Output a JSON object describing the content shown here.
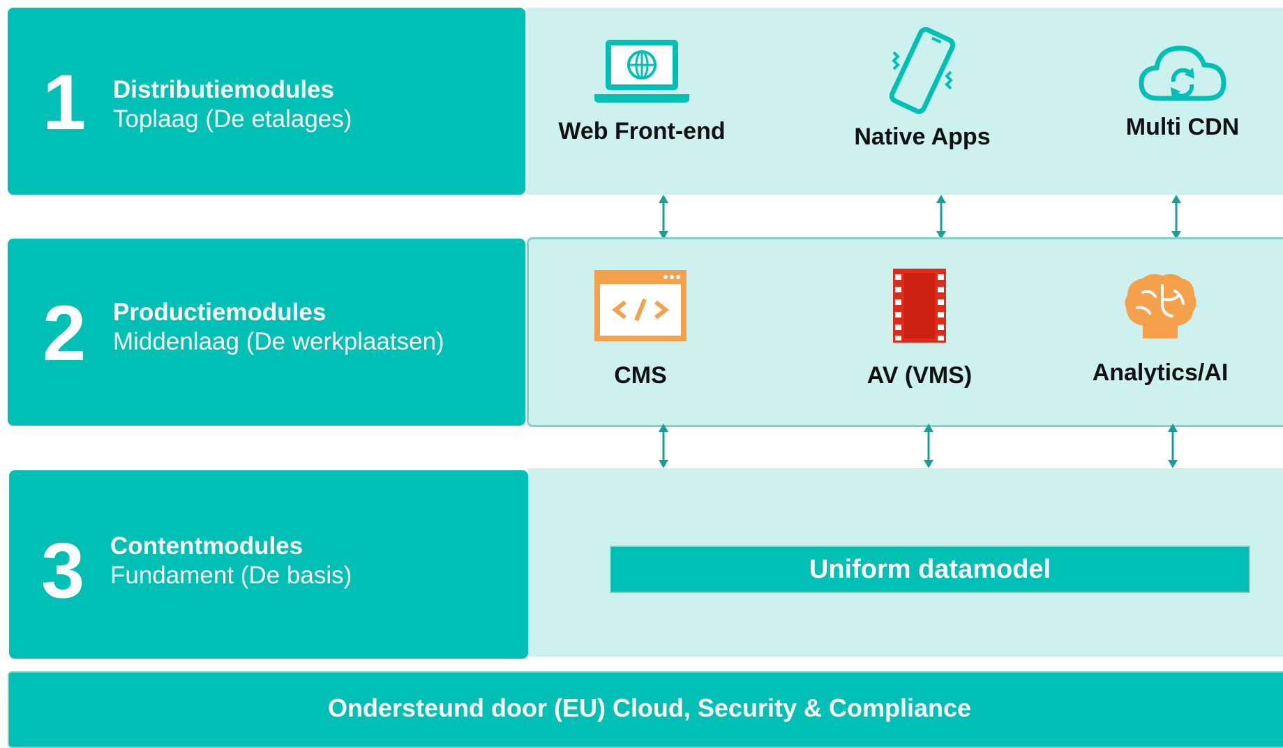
{
  "layers": [
    {
      "number": "1",
      "title": "Distributiemodules",
      "subtitle": "Toplaag (De etalages)",
      "modules": [
        {
          "label": "Web Front-end",
          "icon": "laptop-globe-icon"
        },
        {
          "label": "Native Apps",
          "icon": "smartphone-icon"
        },
        {
          "label": "Multi CDN",
          "icon": "cloud-sync-icon"
        }
      ]
    },
    {
      "number": "2",
      "title": "Productiemodules",
      "subtitle": "Middenlaag (De werkplaatsen)",
      "modules": [
        {
          "label": "CMS",
          "icon": "code-window-icon"
        },
        {
          "label": "AV (VMS)",
          "icon": "film-strip-icon"
        },
        {
          "label": "Analytics/AI",
          "icon": "brain-icon"
        }
      ]
    },
    {
      "number": "3",
      "title": "Contentmodules",
      "subtitle": "Fundament (De basis)",
      "datamodel": "Uniform datamodel"
    }
  ],
  "footer": "Ondersteund door (EU) Cloud, Security & Compliance",
  "colors": {
    "teal": "#00bfb5",
    "panel": "#cdf1ef",
    "arrow": "#1a9e96",
    "icon_teal": "#00bfb5",
    "orange": "#f5a04a",
    "film_red": "#e02a1a"
  }
}
